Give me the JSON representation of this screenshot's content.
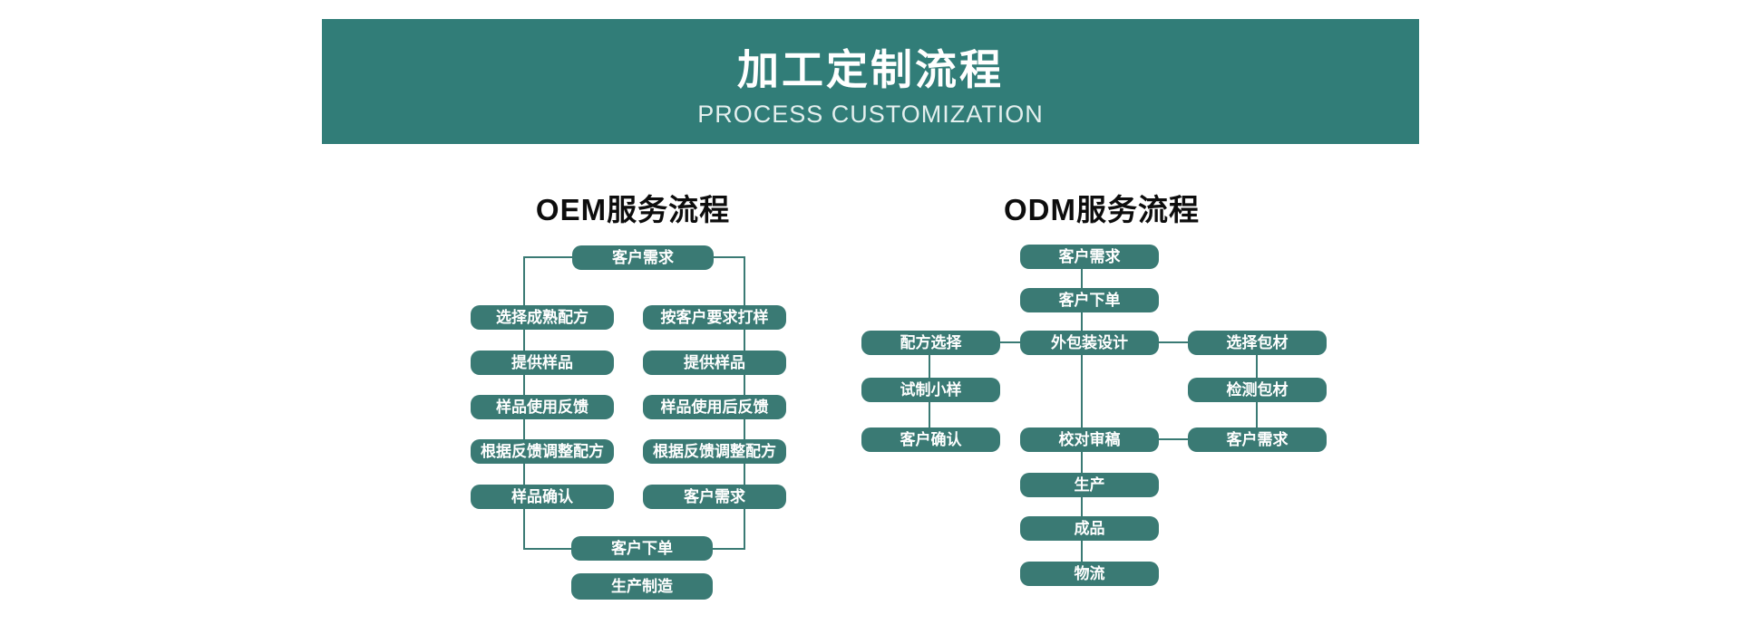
{
  "banner": {
    "title": "加工定制流程",
    "subtitle": "PROCESS CUSTOMIZATION",
    "bg_color": "#317d78",
    "text_color": "#ffffff"
  },
  "colors": {
    "node_fill": "#3a7a74",
    "connector": "#3a7a74",
    "node_text": "#ffffff",
    "heading_text": "#0d0d0d",
    "page_bg": "#ffffff"
  },
  "oem": {
    "title": "OEM服务流程",
    "top": "客户需求",
    "left_branch": [
      "选择成熟配方",
      "提供样品",
      "样品使用反馈",
      "根据反馈调整配方",
      "样品确认"
    ],
    "right_branch": [
      "按客户要求打样",
      "提供样品",
      "样品使用后反馈",
      "根据反馈调整配方",
      "客户需求"
    ],
    "bottom": [
      "客户下单",
      "生产制造"
    ]
  },
  "odm": {
    "title": "ODM服务流程",
    "center_branch": [
      "客户需求",
      "客户下单",
      "外包装设计",
      "校对审稿",
      "生产",
      "成品",
      "物流"
    ],
    "left_branch": [
      "配方选择",
      "试制小样",
      "客户确认"
    ],
    "right_branch": [
      "选择包材",
      "检测包材",
      "客户需求"
    ]
  }
}
